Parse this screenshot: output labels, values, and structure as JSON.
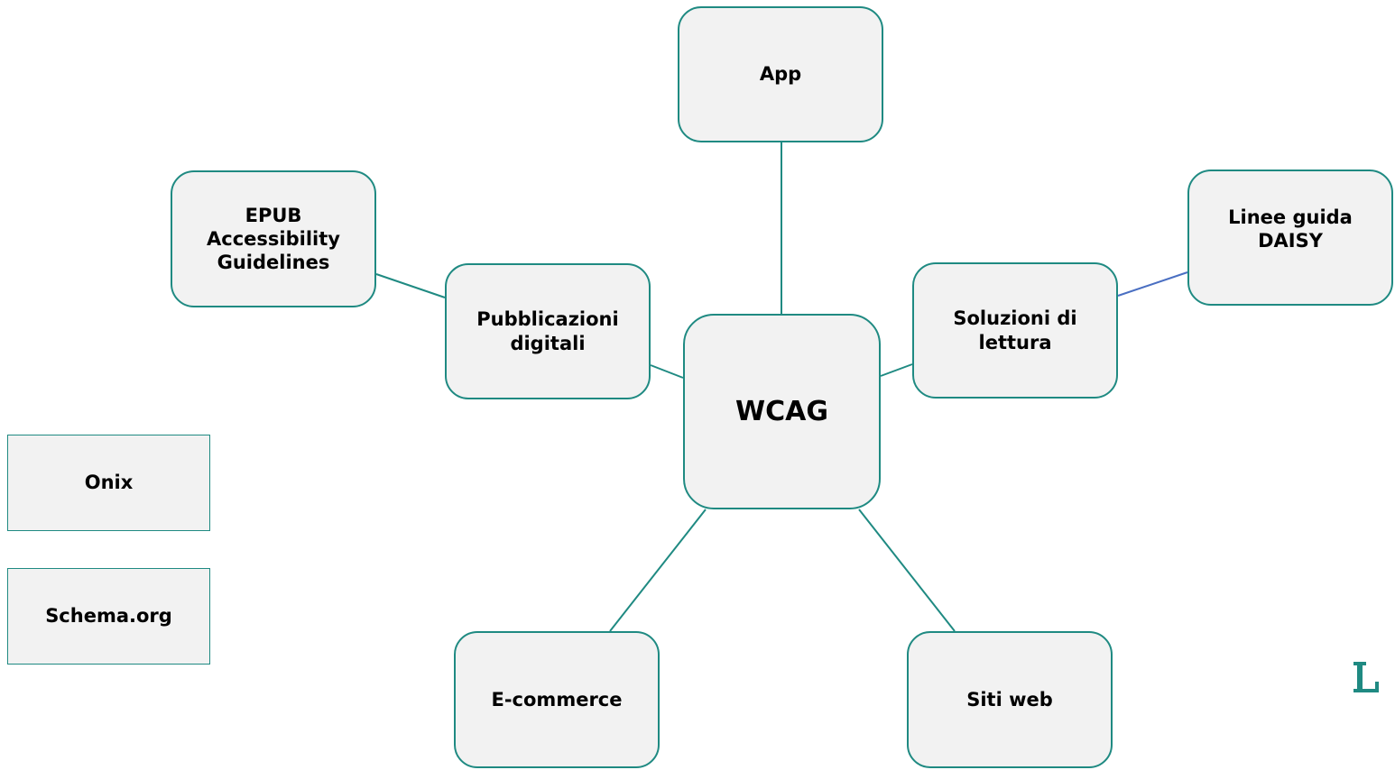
{
  "diagram": {
    "center": {
      "label": "WCAG"
    },
    "nodes": {
      "app": {
        "label": "App"
      },
      "pubblicazioni": {
        "label": "Pubblicazioni\ndigitali"
      },
      "epub": {
        "label": "EPUB\nAccessibility\nGuidelines"
      },
      "soluzioni": {
        "label": "Soluzioni di\nlettura"
      },
      "daisy": {
        "label": "Linee guida\nDAISY"
      },
      "ecommerce": {
        "label": "E-commerce"
      },
      "siti": {
        "label": "Siti web"
      },
      "onix": {
        "label": "Onix"
      },
      "schema": {
        "label": "Schema.org"
      }
    },
    "connections": [
      [
        "wcag",
        "app"
      ],
      [
        "wcag",
        "pubblicazioni"
      ],
      [
        "pubblicazioni",
        "epub"
      ],
      [
        "wcag",
        "soluzioni"
      ],
      [
        "soluzioni",
        "daisy"
      ],
      [
        "wcag",
        "ecommerce"
      ],
      [
        "wcag",
        "siti"
      ]
    ],
    "colors": {
      "node_fill": "#f2f2f2",
      "node_border": "#1f8a82",
      "connector": "#1f8a82",
      "connector_daisy": "#4a6fc2",
      "text": "#000000"
    },
    "logo": {
      "icon": "l-logo-icon"
    }
  }
}
